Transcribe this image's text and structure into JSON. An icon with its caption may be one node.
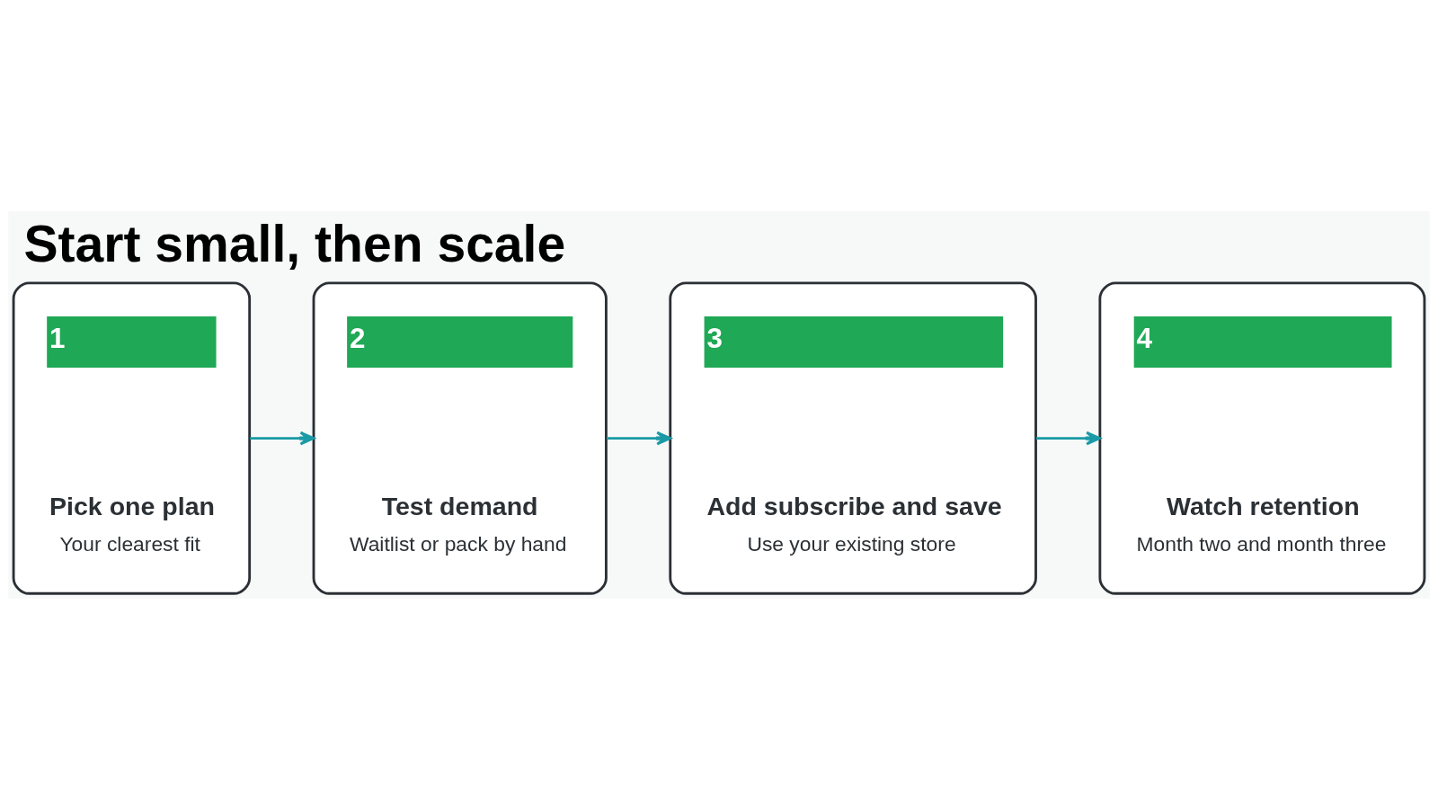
{
  "diagram": {
    "title": "Start small, then scale",
    "nodes": [
      {
        "text": [
          "1",
          "Pick one plan",
          "Your clearest fit"
        ]
      },
      {
        "text": [
          "2",
          "Test demand",
          "Waitlist or pack by hand"
        ]
      },
      {
        "text": [
          "3",
          "Add subscribe and save",
          "Use your existing store"
        ]
      },
      {
        "text": [
          "4",
          "Watch retention",
          "Month two and month three"
        ]
      }
    ],
    "edges": [
      {
        "from": 0,
        "to": 1,
        "arrow": "to"
      },
      {
        "from": 1,
        "to": 2,
        "arrow": "to"
      },
      {
        "from": 2,
        "to": 3,
        "arrow": "to"
      }
    ]
  }
}
